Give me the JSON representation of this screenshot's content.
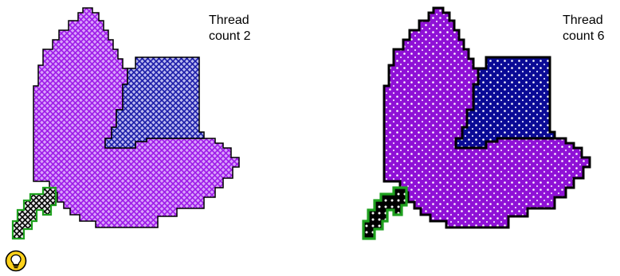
{
  "left_example": {
    "caption_line1": "Thread",
    "caption_line2": "count 2",
    "thread_count": 2
  },
  "right_example": {
    "caption_line1": "Thread",
    "caption_line2": "count 6",
    "thread_count": 6
  },
  "tip": {
    "icon": "lightbulb-icon"
  },
  "colors": {
    "purple": "#a020f0",
    "dark_purple": "#8a0fcf",
    "blue": "#2323b0",
    "dark_blue": "#050590",
    "green_outline": "#1fa11f",
    "outline": "#000000",
    "tip_yellow": "#ffd21a"
  }
}
